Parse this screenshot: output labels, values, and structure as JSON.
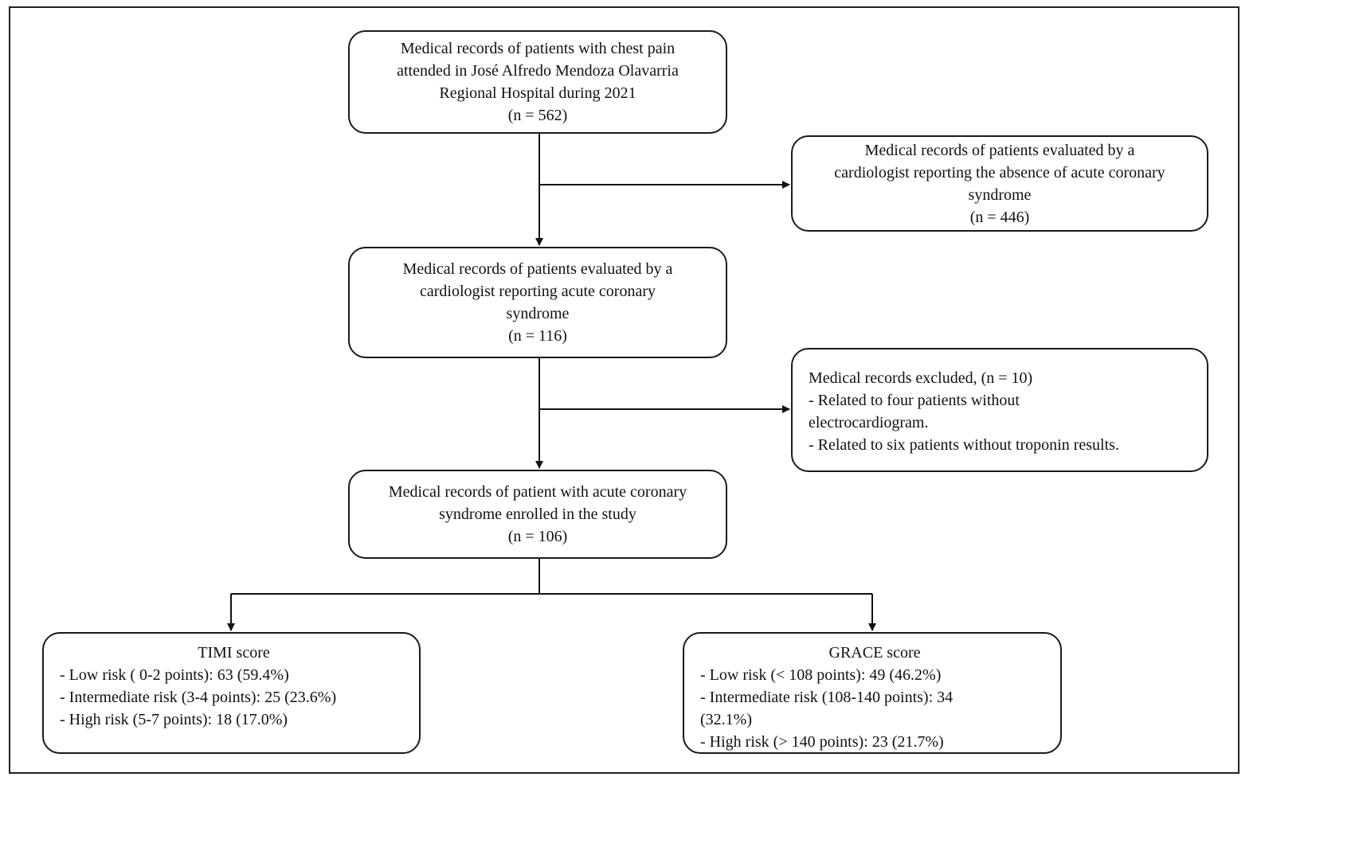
{
  "boxes": {
    "all_records": {
      "lines": [
        "Medical records of patients with chest pain",
        "attended in José Alfredo Mendoza Olavarria",
        "Regional Hospital during 2021",
        "(n = 562)"
      ]
    },
    "no_acs": {
      "lines": [
        "Medical records of patients evaluated by a",
        "cardiologist reporting the absence of acute coronary",
        "syndrome",
        "(n = 446)"
      ]
    },
    "acs": {
      "lines": [
        "Medical records of patients evaluated by a",
        "cardiologist reporting acute coronary",
        "syndrome",
        "(n = 116)"
      ]
    },
    "excluded": {
      "lines": [
        "Medical records excluded, (n = 10)",
        "- Related to four patients without",
        "electrocardiogram.",
        "- Related to six patients without troponin results."
      ]
    },
    "enrolled": {
      "lines": [
        "Medical records of patient with acute coronary",
        "syndrome enrolled in the study",
        "(n = 106)"
      ]
    },
    "timi": {
      "title": "TIMI score",
      "lines": [
        "- Low risk ( 0-2 points): 63 (59.4%)",
        "- Intermediate risk (3-4 points): 25 (23.6%)",
        "- High risk (5-7 points): 18 (17.0%)"
      ]
    },
    "grace": {
      "title": "GRACE score",
      "lines": [
        "- Low risk (< 108 points): 49 (46.2%)",
        "- Intermediate risk (108-140 points): 34",
        "(32.1%)",
        "- High risk (> 140 points): 23 (21.7%)"
      ]
    }
  }
}
